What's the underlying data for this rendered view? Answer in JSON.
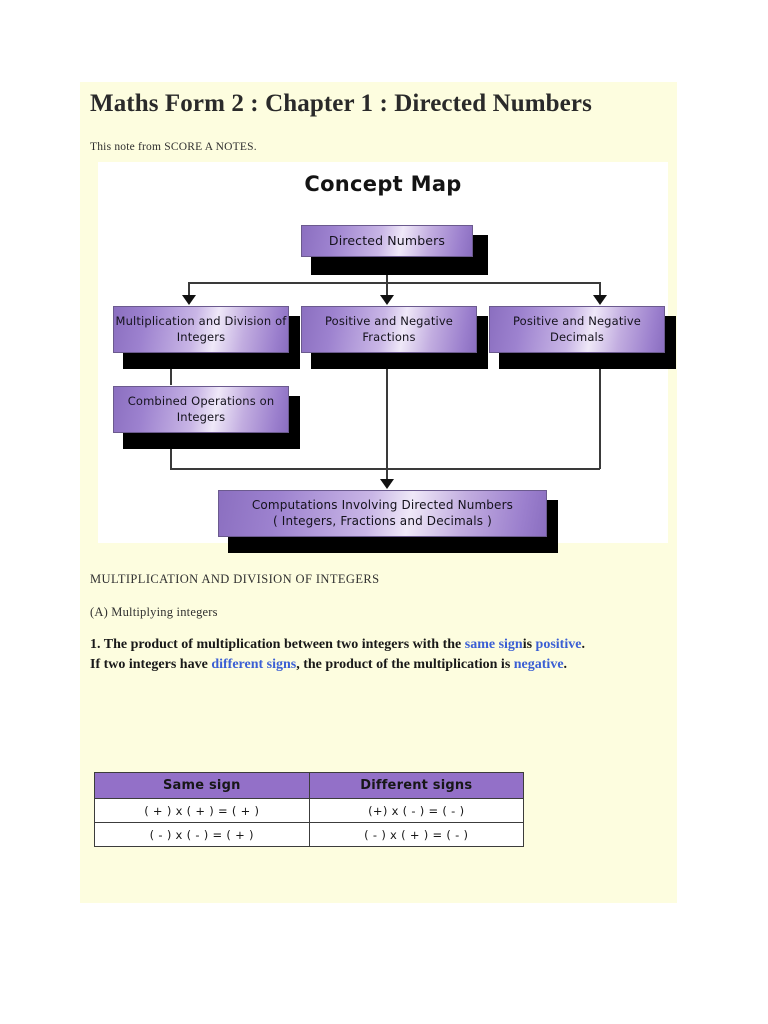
{
  "document": {
    "title": "Maths Form 2 : Chapter 1 : Directed Numbers",
    "subtitle": "This note from SCORE A NOTES."
  },
  "concept_map": {
    "title": "Concept Map",
    "root": {
      "label": "Directed Numbers"
    },
    "branches": [
      {
        "label": "Multiplication and Division of Integers"
      },
      {
        "label": "Positive and Negative Fractions"
      },
      {
        "label": "Positive and Negative Decimals"
      }
    ],
    "sub": {
      "label": "Combined Operations on Integers"
    },
    "result": {
      "label": "Computations Involving Directed Numbers ( Integers, Fractions and Decimals )"
    },
    "result_line1": "Computations Involving Directed Numbers",
    "result_line2": "( Integers, Fractions and Decimals )",
    "box_border_color": "#6b5a8e",
    "box_gradient_mid": "#efe8f8",
    "box_gradient_edge": "#8b6fc0",
    "shadow_color": "#000000",
    "canvas_color": "#ffffff"
  },
  "sections": {
    "heading": "MULTIPLICATION AND DIVISION OF INTEGERS",
    "subheading": "(A) Multiplying integers",
    "paragraph": {
      "number": "1.",
      "part1": " The product of multiplication between two integers with the ",
      "hl1": "same sign",
      "part2": "is ",
      "hl2": "positive",
      "part3": ". If two integers have ",
      "hl3": "different signs",
      "part4": ", the product of the multiplication is ",
      "hl4": "negative",
      "part5": ".",
      "highlight_color": "#3b5fd4"
    }
  },
  "sign_table": {
    "headers": [
      "Same sign",
      "Different signs"
    ],
    "rows": [
      [
        "( + ) x ( + ) = ( + )",
        "(+) x ( - ) = ( - )"
      ],
      [
        "( - ) x ( - ) = ( + )",
        "( - ) x ( + ) = ( - )"
      ]
    ],
    "header_bg": "#9370c8",
    "border_color": "#3c3c3c"
  },
  "page": {
    "sheet_color": "#fdfddf",
    "background_color": "#ffffff"
  }
}
